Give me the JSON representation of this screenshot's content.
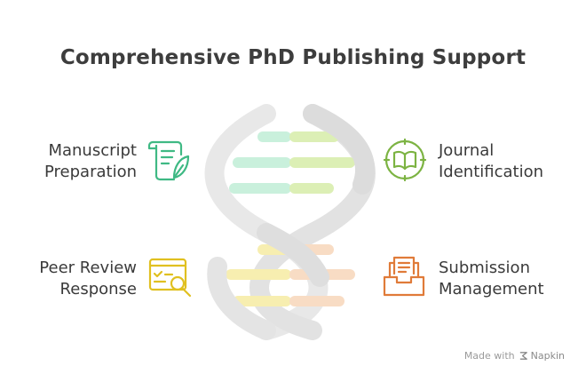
{
  "title": "Comprehensive PhD Publishing Support",
  "items": [
    {
      "line1": "Manuscript",
      "line2": "Preparation",
      "icon": "scroll-feather-icon",
      "color": "#3fb984"
    },
    {
      "line1": "Journal",
      "line2": "Identification",
      "icon": "book-compass-icon",
      "color": "#7cb342"
    },
    {
      "line1": "Peer Review",
      "line2": "Response",
      "icon": "review-magnifier-icon",
      "color": "#e0c020"
    },
    {
      "line1": "Submission",
      "line2": "Management",
      "icon": "inbox-documents-icon",
      "color": "#e07b39"
    }
  ],
  "footer": {
    "made_with": "Made with",
    "brand": "Napkin"
  }
}
